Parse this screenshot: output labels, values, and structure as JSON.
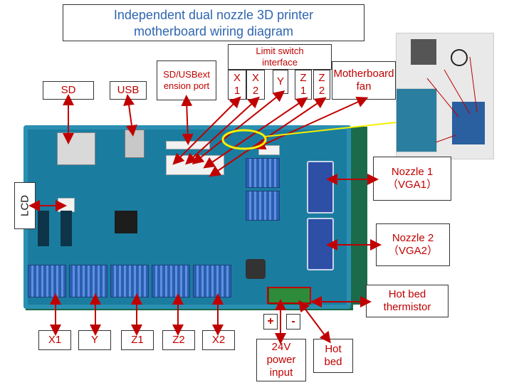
{
  "title": {
    "line1": "Independent dual nozzle 3D printer",
    "line2": "motherboard wiring diagram"
  },
  "labels": {
    "sd": "SD",
    "usb": "USB",
    "sd_usb_port": "SD/USBextension port",
    "limit_switch": "Limit switch interface",
    "limit_x1": "X 1",
    "limit_x2": "X 2",
    "limit_y": "Y",
    "limit_z1": "Z 1",
    "limit_z2": "Z 2",
    "mb_fan": "Motherboard fan",
    "nozzle1_line1": "Nozzle 1",
    "nozzle1_line2": "（VGA1）",
    "nozzle2_line1": "Nozzle 2",
    "nozzle2_line2": "（VGA2）",
    "hotbed_thermistor": "Hot bed thermistor",
    "lcd": "LCD",
    "x1": "X1",
    "y": "Y",
    "z1": "Z1",
    "z2": "Z2",
    "x2": "X2",
    "plus": "+",
    "minus": "-",
    "power": "24V power input",
    "hotbed": "Hot bed"
  },
  "colors": {
    "arrow": "#c00000",
    "title_text": "#2f66b0",
    "board": "#1a7da0",
    "highlight": "#f5f000"
  }
}
